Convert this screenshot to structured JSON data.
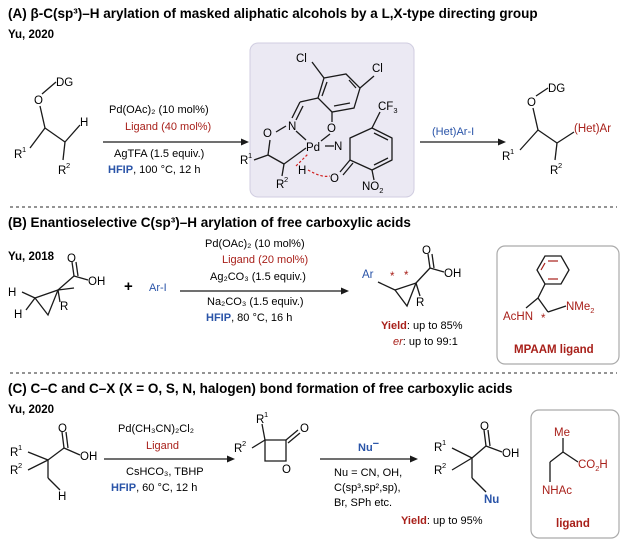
{
  "sectionA": {
    "title": "(A) β-C(sp³)–H arylation of masked aliphatic alcohols by a L,X-type directing group",
    "citation": "Yu, 2020",
    "cond1": "Pd(OAc)₂ (10 mol%)",
    "cond2": "Ligand (40 mol%)",
    "cond3": "AgTFA (1.5 equiv.)",
    "cond4_solvent": "HFIP",
    "cond4_rest": ", 100 °C, 12 h",
    "reagent": "(Het)Ar-I",
    "product_group": "(Het)Ar"
  },
  "sectionB": {
    "title": "(B) Enantioselective C(sp³)–H arylation of free carboxylic acids",
    "citation": "Yu, 2018",
    "reagent": "Ar-I",
    "cond1": "Pd(OAc)₂ (10 mol%)",
    "cond2": "Ligand (20 mol%)",
    "cond3": "Ag₂CO₃ (1.5 equiv.)",
    "cond4": "Na₂CO₃ (1.5 equiv.)",
    "cond5_solvent": "HFIP",
    "cond5_rest": ", 80 °C, 16 h",
    "yield_label": "Yield",
    "yield_value": ": up to 85%",
    "er_label": "er",
    "er_value": ": up to 99:1",
    "ligand_name": "MPAAM ligand"
  },
  "sectionC": {
    "title": "(C) C–C and C–X (X = O, S, N, halogen) bond formation of free carboxylic acids",
    "citation": "Yu, 2020",
    "cond1": "Pd(CH₃CN)₂Cl₂",
    "cond2": "Ligand",
    "cond3": "CsHCO₃, TBHP",
    "cond4_solvent": "HFIP",
    "cond4_rest": ", 60 °C, 12 h",
    "nucleophile": "Nu",
    "nu_line1": "Nu = CN, OH,",
    "nu_line2": "C(sp³,sp²,sp),",
    "nu_line3": "Br, SPh etc.",
    "yield_label": "Yield",
    "yield_value": ": up to 95%",
    "ligand_name": "ligand"
  },
  "atoms": {
    "O": "O",
    "DG": "DG",
    "H": "H",
    "OH": "OH",
    "Cl": "Cl",
    "N": "N",
    "Pd": "Pd",
    "CF3": "CF",
    "three": "3",
    "NO2": "NO",
    "two": "2",
    "R": "R",
    "R1": "R",
    "R2": "R",
    "sup1": "1",
    "sup2": "2",
    "AcHN": "AcHN",
    "NMe": "NMe",
    "Me": "Me",
    "CO2H": "CO",
    "NHAc": "NHAc",
    "star": "*",
    "minus": "−",
    "Ar": "Ar"
  },
  "colors": {
    "accent_red": "#a8201a",
    "accent_blue": "#2a54a8",
    "panel_bg": "#ebe9f3"
  }
}
